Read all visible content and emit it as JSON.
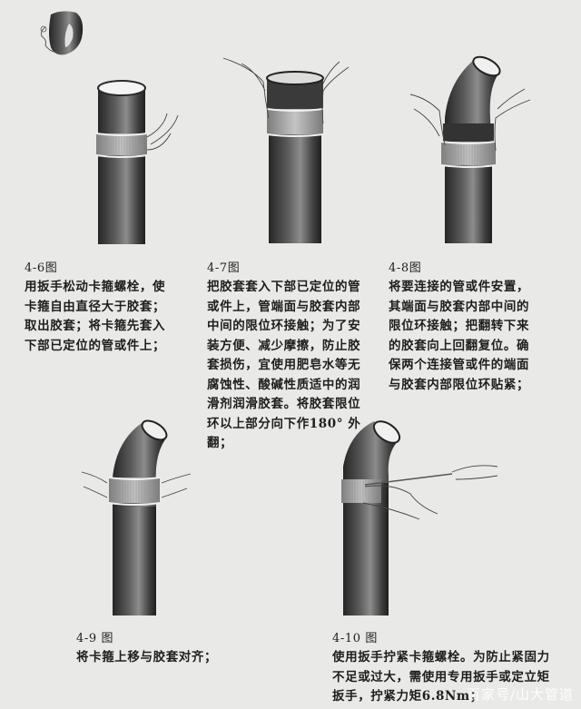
{
  "steps": [
    {
      "figure": "4-6图",
      "text": "用扳手松动卡箍螺栓，使\n卡箍自由直径大于胶套；\n取出胶套；将卡箍先套入\n下部已定位的管或件上；"
    },
    {
      "figure": "4-7图",
      "text": "把胶套套入下部已定位的管\n或件上，管端面与胶套内部\n中间的限位环接触；为了安\n装方便、减少摩擦，防止胶\n套损伤，宜使用肥皂水等无\n腐蚀性、酸碱性质适中的润\n滑剂润滑胶套。将胶套限位\n环以上部分向下作180° 外\n翻；"
    },
    {
      "figure": "4-8图",
      "text": "将要连接的管或件安置，\n其端面与胶套内部中间的\n限位环接触；把翻转下来\n的胶套向上回翻复位。确\n保两个连接管或件的端面\n与胶套内部限位环贴紧；"
    },
    {
      "figure": "4-9 图",
      "text": "将卡箍上移与胶套对齐；"
    },
    {
      "figure": "4-10 图",
      "text": "使用扳手拧紧卡箍螺栓。为防止紧固力\n不足或过大，需使用专用扳手或定立矩\n扳手，拧紧力矩6.8Nm；"
    }
  ],
  "watermark": "百家号/山大管道",
  "colors": {
    "background": "#e9e9e7",
    "pipe_dark": "#2e2e2e",
    "pipe_light": "#8a8a8a",
    "band": "#a9a9a9",
    "text": "#1e1e1e"
  }
}
